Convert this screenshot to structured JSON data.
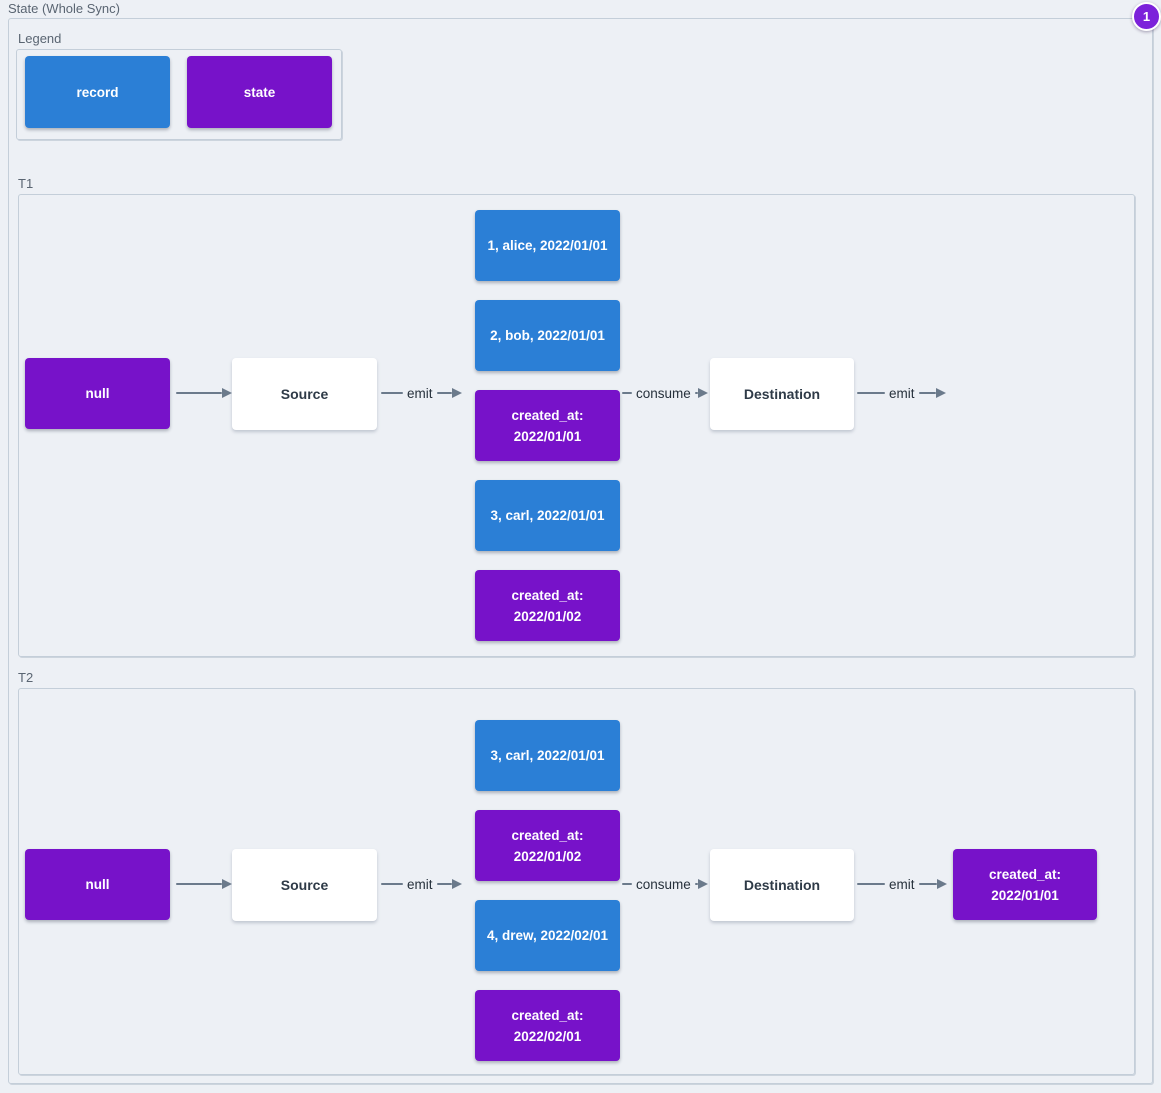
{
  "page": {
    "title": "State (Whole Sync)"
  },
  "badge": {
    "value": "1",
    "color": "#7c22da"
  },
  "colors": {
    "record": "#2b7fd6",
    "state": "#7712c9",
    "node_plain": "#ffffff",
    "edge": "#6b7a8b",
    "background": "#edf0f5",
    "group_border": "#c4ced9"
  },
  "legend": {
    "title": "Legend",
    "items": [
      {
        "label": "record",
        "type": "record"
      },
      {
        "label": "state",
        "type": "state"
      }
    ]
  },
  "t1": {
    "title": "T1",
    "nodes": {
      "start": "null",
      "source": "Source",
      "destination": "Destination"
    },
    "edges": {
      "emit_source": "emit",
      "consume": "consume",
      "emit_dest": "emit"
    },
    "stack": [
      {
        "type": "record",
        "label": "1, alice, 2022/01/01"
      },
      {
        "type": "record",
        "label": "2, bob, 2022/01/01"
      },
      {
        "type": "state",
        "label": "created_at:\n2022/01/01"
      },
      {
        "type": "record",
        "label": "3, carl, 2022/01/01"
      },
      {
        "type": "state",
        "label": "created_at:\n2022/01/02"
      }
    ]
  },
  "t2": {
    "title": "T2",
    "nodes": {
      "start": "null",
      "source": "Source",
      "destination": "Destination",
      "output": "created_at:\n2022/01/01"
    },
    "edges": {
      "emit_source": "emit",
      "consume": "consume",
      "emit_dest": "emit"
    },
    "stack": [
      {
        "type": "record",
        "label": "3, carl, 2022/01/01"
      },
      {
        "type": "state",
        "label": "created_at:\n2022/01/02"
      },
      {
        "type": "record",
        "label": "4, drew, 2022/02/01"
      },
      {
        "type": "state",
        "label": "created_at:\n2022/02/01"
      }
    ]
  }
}
